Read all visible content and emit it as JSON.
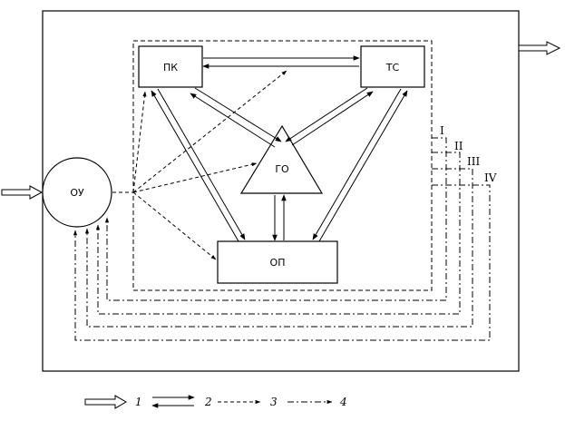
{
  "nodes": {
    "pk": "ПК",
    "ts": "ТС",
    "go": "ГО",
    "op": "ОП",
    "ou": "ОУ"
  },
  "levels": [
    "I",
    "II",
    "III",
    "IV"
  ],
  "legend": [
    "1",
    "2",
    "3",
    "4"
  ],
  "arrow_styles": {
    "1": "hollow-thick",
    "2": "double-line-bidirectional",
    "3": "dashed",
    "4": "dash-dot"
  }
}
